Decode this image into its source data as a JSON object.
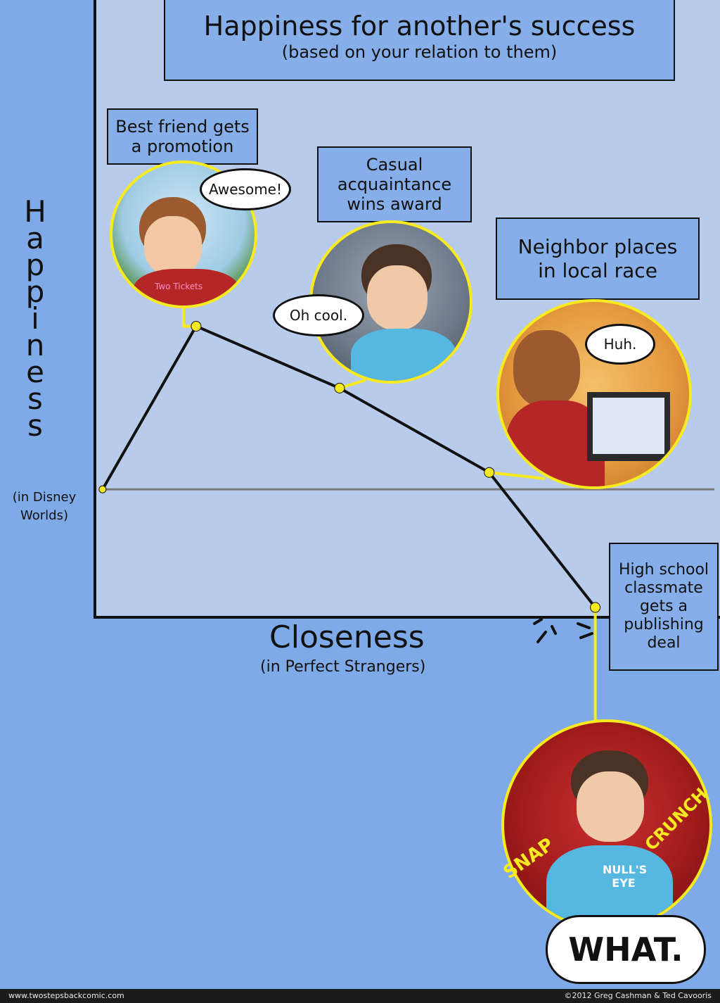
{
  "title": "Happiness for another's success",
  "subtitle": "(based on your relation to them)",
  "ylabel": "Happiness",
  "yunit_line1": "(in Disney",
  "yunit_line2": "Worlds)",
  "xlabel": "Closeness",
  "xunit": "(in Perfect Strangers)",
  "annotations": [
    {
      "line1": "Best friend gets",
      "line2": "a promotion",
      "line3": ""
    },
    {
      "line1": "Casual",
      "line2": "acquaintance",
      "line3": "wins award"
    },
    {
      "line1": "Neighbor places",
      "line2": "in local race",
      "line3": ""
    },
    {
      "line1": "High school",
      "line2": "classmate",
      "line3": "gets a",
      "line4": "publishing",
      "line5": "deal"
    }
  ],
  "speech": {
    "best_friend": "Awesome!",
    "acquaintance": "Oh cool.",
    "neighbor": "Huh.",
    "classmate": "WHAT."
  },
  "sfx": {
    "snap": "SNAP",
    "crunch": "CRUNCH"
  },
  "shirts": {
    "two_tickets": "Two Tickets",
    "nulls_eye": "NULL'S EYE"
  },
  "footer": {
    "left": "www.twostepsbackcomic.com",
    "right": "©2012 Greg Cashman & Ted Cavooris"
  },
  "colors": {
    "background": "#7faae8",
    "plot_area": "#b9cbeb",
    "line": "#111111",
    "points": "#f7ea1f",
    "baseline": "#7a7a7a"
  },
  "chart_data": {
    "type": "line",
    "title": "Happiness for another's success",
    "subtitle": "(based on your relation to them)",
    "xlabel": "Closeness",
    "xunit": "(in Perfect Strangers)",
    "ylabel": "Happiness",
    "yunit": "(in Disney Worlds)",
    "grid": false,
    "x_tick_labels": [],
    "y_tick_labels": [],
    "series": [
      {
        "points": [
          {
            "x": 0.01,
            "y": 0.13
          },
          {
            "x": 0.16,
            "y": 0.42
          },
          {
            "x": 0.39,
            "y": 0.31
          },
          {
            "x": 0.63,
            "y": 0.16
          },
          {
            "x": 0.8,
            "y": -0.08
          }
        ],
        "point_labels": [
          "",
          "Best friend gets a promotion",
          "Casual acquaintance wins award",
          "Neighbor places in local race",
          "High school classmate gets a publishing deal"
        ]
      }
    ],
    "baseline_y": 0.13,
    "xlim": [
      0,
      1
    ],
    "ylim": [
      -0.1,
      1
    ]
  }
}
